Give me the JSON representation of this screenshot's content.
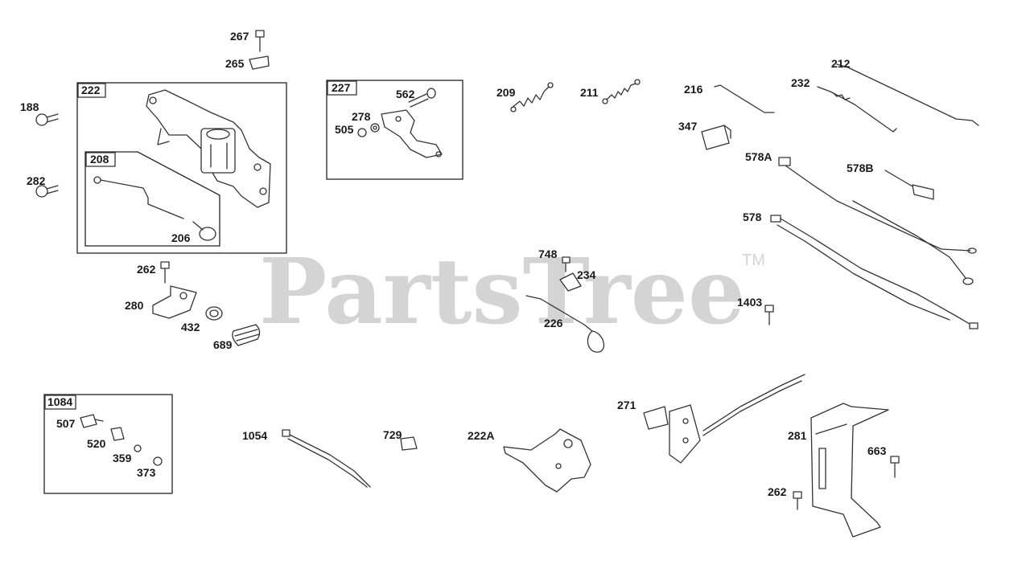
{
  "watermark": {
    "text": "PartsTree",
    "trademark": "TM"
  },
  "groups": [
    {
      "id": "222"
    },
    {
      "id": "208"
    },
    {
      "id": "227"
    },
    {
      "id": "1084"
    }
  ],
  "labels": {
    "p267": "267",
    "p265": "265",
    "p188": "188",
    "p282": "282",
    "p206": "206",
    "p262a": "262",
    "p280": "280",
    "p432": "432",
    "p689": "689",
    "p562": "562",
    "p278": "278",
    "p505": "505",
    "p209": "209",
    "p211": "211",
    "p216": "216",
    "p232": "232",
    "p212": "212",
    "p347": "347",
    "p578A": "578A",
    "p578B": "578B",
    "p578": "578",
    "p748": "748",
    "p234": "234",
    "p226": "226",
    "p1403": "1403",
    "p507": "507",
    "p520": "520",
    "p359": "359",
    "p373": "373",
    "p1054": "1054",
    "p729": "729",
    "p222A": "222A",
    "p271": "271",
    "p281": "281",
    "p663": "663",
    "p262b": "262"
  }
}
